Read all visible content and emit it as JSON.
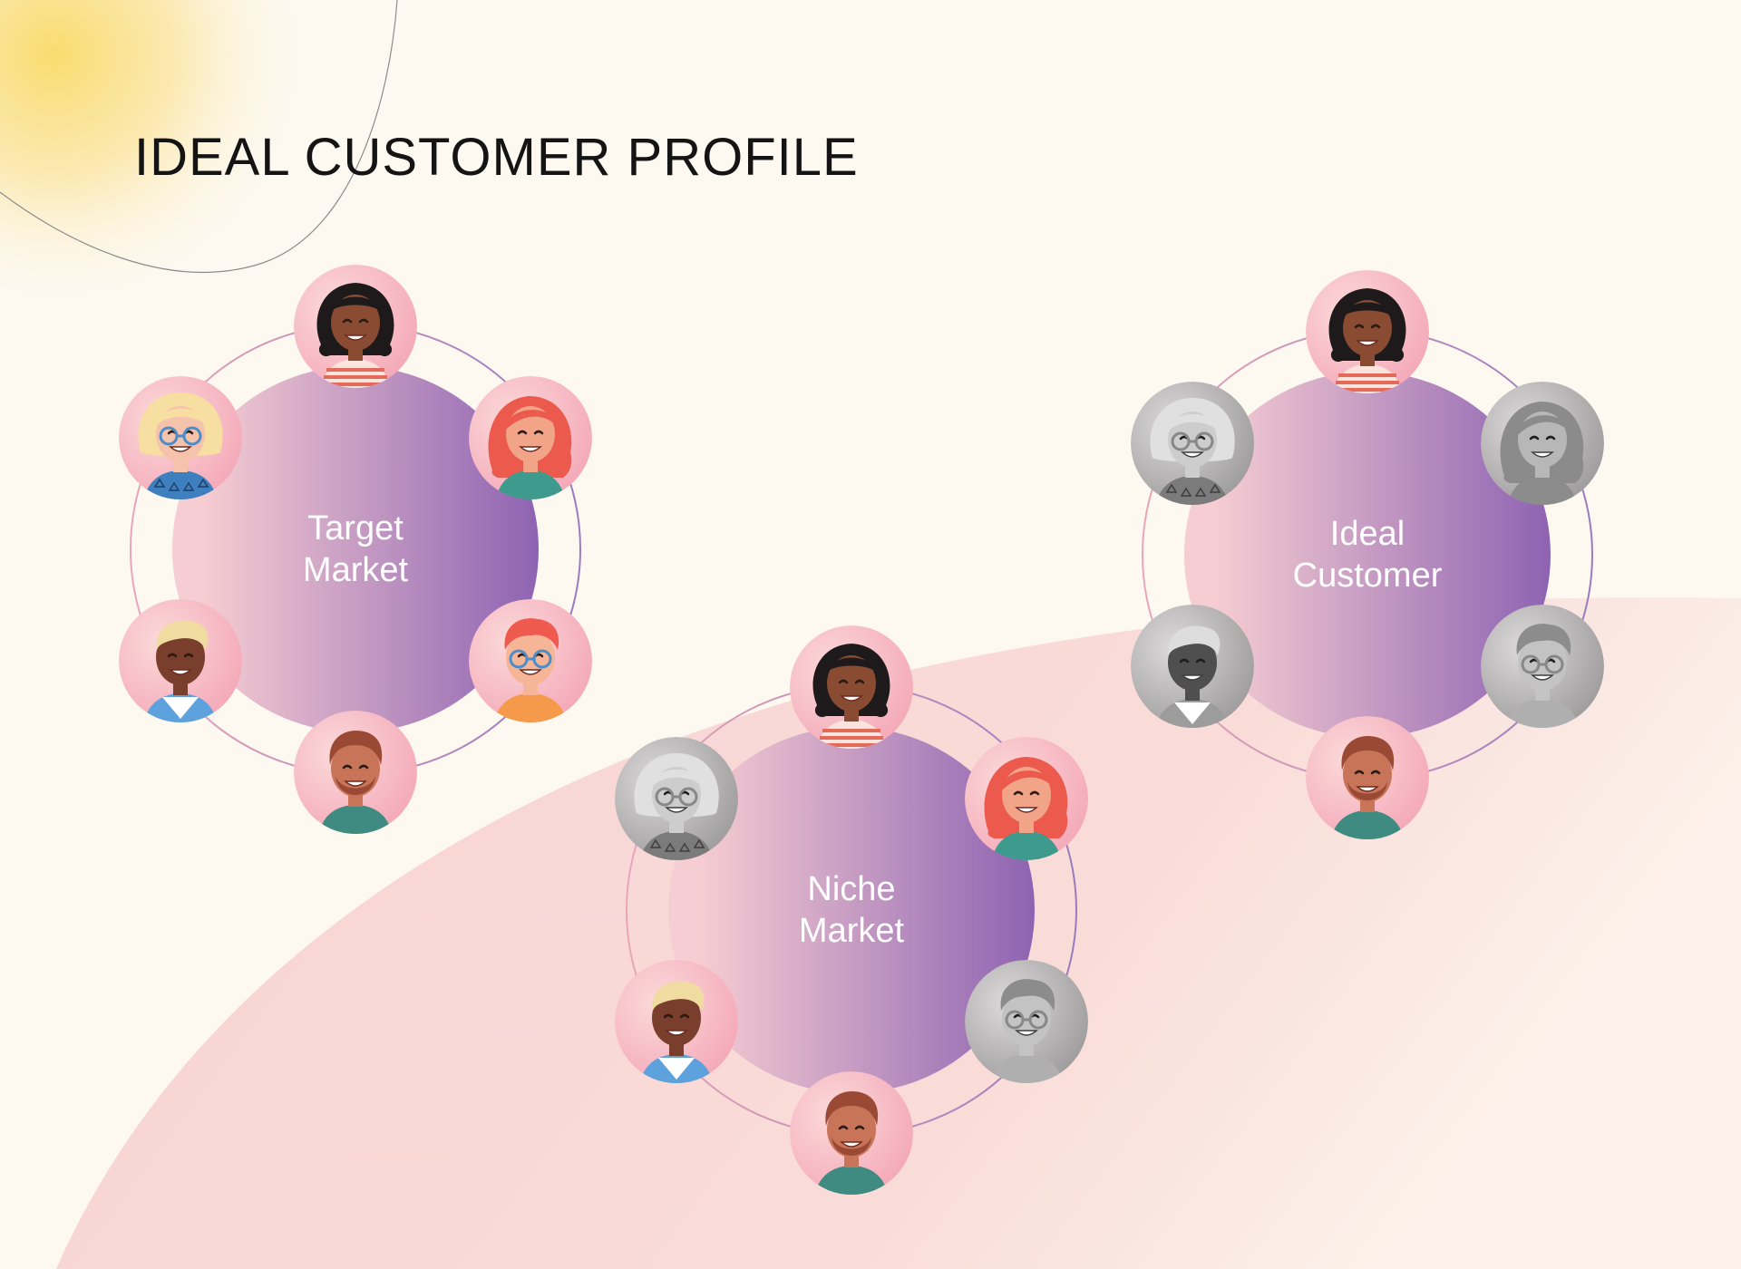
{
  "page": {
    "title": "IDEAL CUSTOMER PROFILE"
  },
  "colors": {
    "background": "#fdf9f1",
    "sun": "#f9dc6e",
    "wave": "#f9d8d6",
    "circle_gradient": [
      "#f6cdd2",
      "#8e63b2"
    ],
    "ring_stroke": [
      "#e8a6b8",
      "#9a7ac0"
    ],
    "avatar_bg": [
      "#f4a7b7",
      "#fbdada"
    ],
    "avatar_bg_gray": [
      "#9c9a9a",
      "#dcdada"
    ]
  },
  "groups": [
    {
      "label": "Target\nMarket",
      "avatars": [
        {
          "person": "woman-curly-hair",
          "gray": false
        },
        {
          "person": "woman-red-hair",
          "gray": false
        },
        {
          "person": "man-red-hair-glasses",
          "gray": false
        },
        {
          "person": "man-beard",
          "gray": false
        },
        {
          "person": "man-blond",
          "gray": false
        },
        {
          "person": "woman-blonde-glasses",
          "gray": false
        }
      ]
    },
    {
      "label": "Niche\nMarket",
      "avatars": [
        {
          "person": "woman-curly-hair",
          "gray": false
        },
        {
          "person": "woman-red-hair",
          "gray": false
        },
        {
          "person": "man-red-hair-glasses",
          "gray": true
        },
        {
          "person": "man-beard",
          "gray": false
        },
        {
          "person": "man-blond",
          "gray": false
        },
        {
          "person": "woman-blonde-glasses",
          "gray": true
        }
      ]
    },
    {
      "label": "Ideal\nCustomer",
      "avatars": [
        {
          "person": "woman-curly-hair",
          "gray": false
        },
        {
          "person": "woman-red-hair",
          "gray": true
        },
        {
          "person": "man-red-hair-glasses",
          "gray": true
        },
        {
          "person": "man-beard",
          "gray": false
        },
        {
          "person": "man-blond",
          "gray": true
        },
        {
          "person": "woman-blonde-glasses",
          "gray": true
        }
      ]
    }
  ]
}
